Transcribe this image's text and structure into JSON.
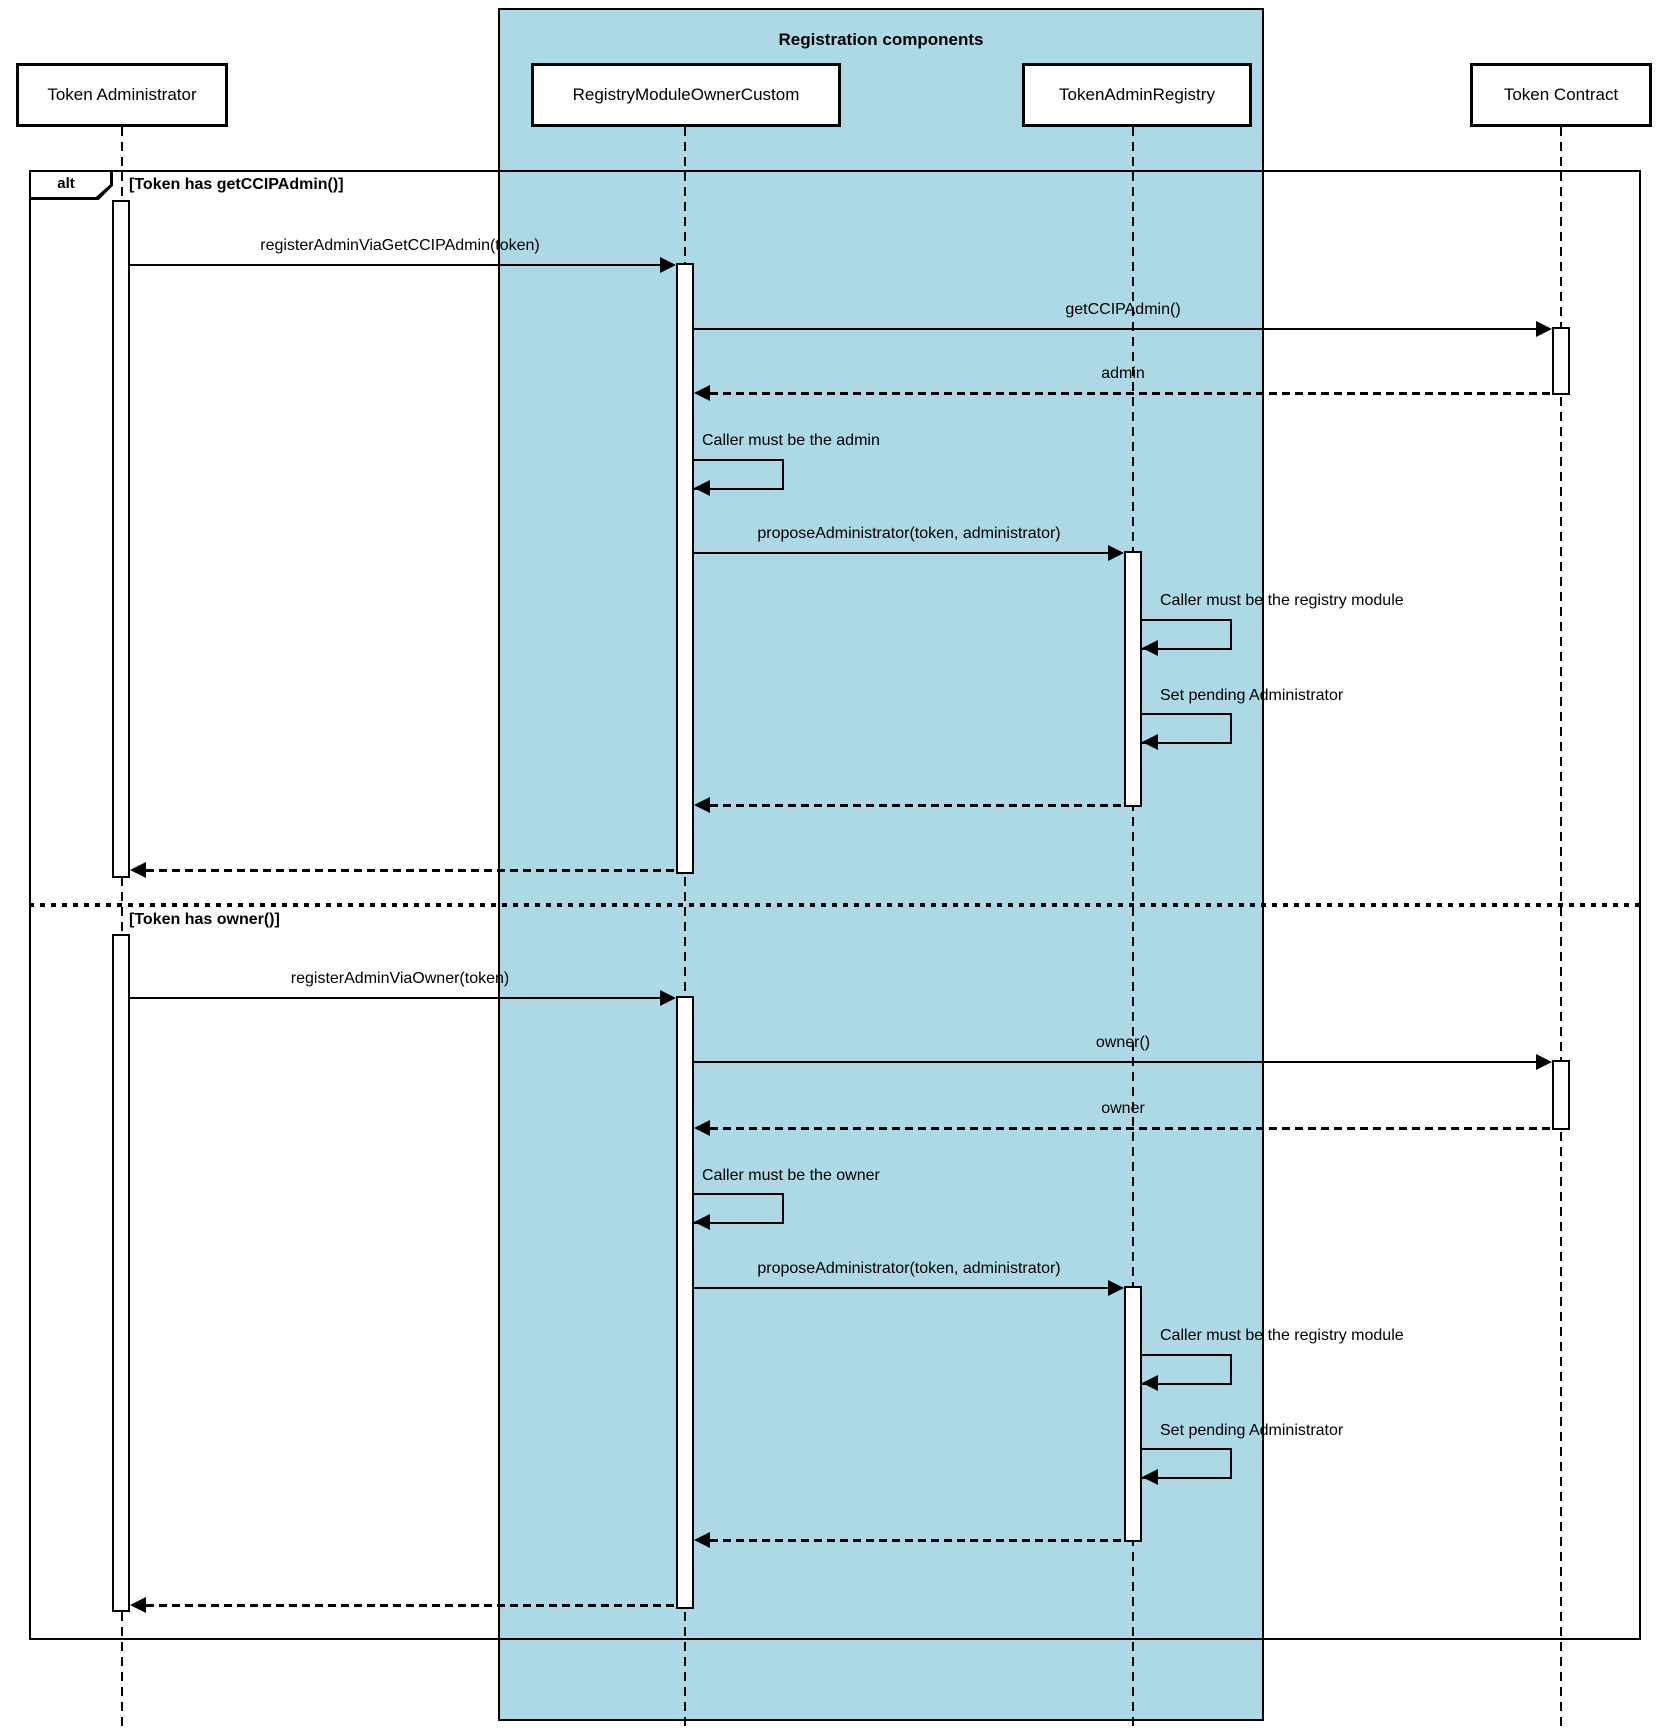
{
  "region": {
    "title": "Registration components",
    "fill": "#add8e6"
  },
  "frame": {
    "operator": "alt",
    "sections": [
      {
        "guard": "[Token has getCCIPAdmin()]"
      },
      {
        "guard": "[Token has owner()]"
      }
    ]
  },
  "lifelines": [
    {
      "label": "Token Administrator"
    },
    {
      "label": "RegistryModuleOwnerCustom"
    },
    {
      "label": "TokenAdminRegistry"
    },
    {
      "label": "Token Contract"
    }
  ],
  "section1": {
    "messages": [
      {
        "label": "registerAdminViaGetCCIPAdmin(token)",
        "type": "sync",
        "from": "Token Administrator",
        "to": "RegistryModuleOwnerCustom"
      },
      {
        "label": "getCCIPAdmin()",
        "type": "sync",
        "from": "RegistryModuleOwnerCustom",
        "to": "Token Contract"
      },
      {
        "label": "admin",
        "type": "return",
        "from": "Token Contract",
        "to": "RegistryModuleOwnerCustom"
      },
      {
        "label": "Caller must be the admin",
        "type": "self",
        "on": "RegistryModuleOwnerCustom"
      },
      {
        "label": "proposeAdministrator(token, administrator)",
        "type": "sync",
        "from": "RegistryModuleOwnerCustom",
        "to": "TokenAdminRegistry"
      },
      {
        "label": "Caller must be the registry module",
        "type": "self",
        "on": "TokenAdminRegistry"
      },
      {
        "label": "Set pending Administrator",
        "type": "self",
        "on": "TokenAdminRegistry"
      },
      {
        "label": "",
        "type": "return",
        "from": "TokenAdminRegistry",
        "to": "RegistryModuleOwnerCustom"
      },
      {
        "label": "",
        "type": "return",
        "from": "RegistryModuleOwnerCustom",
        "to": "Token Administrator"
      }
    ]
  },
  "section2": {
    "messages": [
      {
        "label": "registerAdminViaOwner(token)",
        "type": "sync",
        "from": "Token Administrator",
        "to": "RegistryModuleOwnerCustom"
      },
      {
        "label": "owner()",
        "type": "sync",
        "from": "RegistryModuleOwnerCustom",
        "to": "Token Contract"
      },
      {
        "label": "owner",
        "type": "return",
        "from": "Token Contract",
        "to": "RegistryModuleOwnerCustom"
      },
      {
        "label": "Caller must be the owner",
        "type": "self",
        "on": "RegistryModuleOwnerCustom"
      },
      {
        "label": "proposeAdministrator(token, administrator)",
        "type": "sync",
        "from": "RegistryModuleOwnerCustom",
        "to": "TokenAdminRegistry"
      },
      {
        "label": "Caller must be the registry module",
        "type": "self",
        "on": "TokenAdminRegistry"
      },
      {
        "label": "Set pending Administrator",
        "type": "self",
        "on": "TokenAdminRegistry"
      },
      {
        "label": "",
        "type": "return",
        "from": "TokenAdminRegistry",
        "to": "RegistryModuleOwnerCustom"
      },
      {
        "label": "",
        "type": "return",
        "from": "RegistryModuleOwnerCustom",
        "to": "Token Administrator"
      }
    ]
  }
}
